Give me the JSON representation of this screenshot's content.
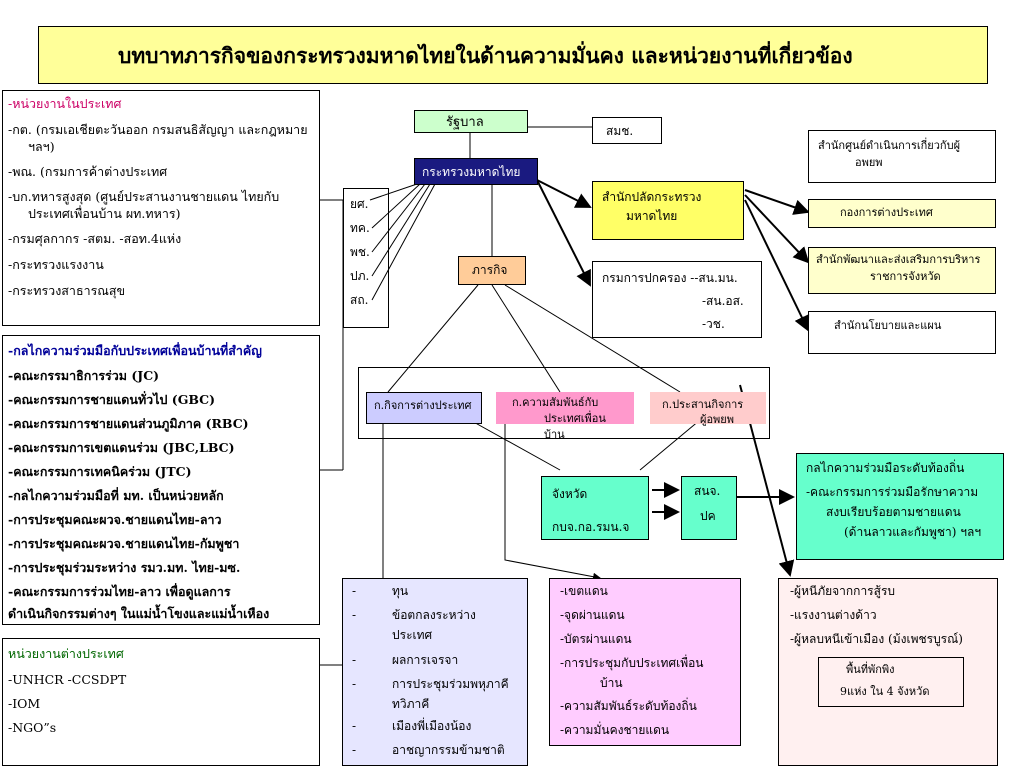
{
  "title": "บทบาทภารกิจของกระทรวงมหาดไทยในด้านความมั่นคง และหน่วยงานที่เกี่ยวข้อง",
  "colors": {
    "title_bg": "#ffff99",
    "green_box": "#ccffcc",
    "navy_box": "#1a1a80",
    "yellow_box": "#ffff66",
    "light_yellow": "#ffffcc",
    "orange_box": "#ffcc99",
    "lavender": "#ccccff",
    "pink": "#ff99cc",
    "light_pink": "#ffcccc",
    "aqua": "#66ffcc",
    "light_lavender": "#e6e6ff",
    "light_pink2": "#ffccff",
    "light_rose": "#fff0f0",
    "red_text": "#cc0066",
    "blue_text": "#000099",
    "green_text": "#006600"
  },
  "domestic": {
    "heading": "-หน่วยงานในประเทศ",
    "lines": [
      "-กต. (กรมเอเชียตะวันออก กรมสนธิสัญญา และกฎหมาย",
      "ฯลฯ)",
      "-พณ. (กรมการค้าต่างประเทศ",
      "-บก.ทหารสูงสุด (ศูนย์ประสานงานชายแดน ไทยกับ",
      "ประเทศเพื่อนบ้าน ผท.ทหาร)",
      "-กรมศุลกากร      -สตม.      -สอท.4แห่ง",
      "-กระทรวงแรงงาน",
      "-กระทรวงสาธารณสุข"
    ]
  },
  "mechanisms": {
    "heading": "-กลไกความร่วมมือกับประเทศเพื่อนบ้านที่สำคัญ",
    "lines": [
      "-คณะกรรมาธิการร่วม (JC)",
      "-คณะกรรมการชายแดนทั่วไป (GBC)",
      "-คณะกรรมการชายแดนส่วนภูมิภาค (RBC)",
      "-คณะกรรมการเขตแดนร่วม (JBC,LBC)",
      "-คณะกรรมการเทคนิคร่วม (JTC)",
      "-กลไกความร่วมมือที่ มท. เป็นหน่วยหลัก",
      "-การประชุมคณะผวจ.ชายแดนไทย-ลาว",
      "-การประชุมคณะผวจ.ชายแดนไทย-กัมพูชา",
      "-การประชุมร่วมระหว่าง รมว.มท. ไทย-มซ.",
      "-คณะกรรมการร่วมไทย-ลาว เพื่อดูแลการ",
      "ดำเนินกิจกรรมต่างๆ ในแม่น้ำโขงและแม่น้ำเหือง"
    ]
  },
  "foreign": {
    "heading": "หน่วยงานต่างประเทศ",
    "lines": [
      "-UNHCR  -CCSDPT",
      "-IOM",
      "-NGO”s"
    ]
  },
  "nodes": {
    "government": "รัฐบาล",
    "nsc": "สมช.",
    "ministry": "กระทรวงมหาดไทย",
    "agencies": [
      "ยศ.",
      "ทค.",
      "พช.",
      "ปภ.",
      "สถ."
    ],
    "mission": "ภารกิจ",
    "permsec": [
      "สำนักปลัดกระทรวง",
      "มหาดไทย"
    ],
    "dopa": [
      "กรมการปกครอง --สน.มน.",
      "-สน.อส.",
      "-วช."
    ],
    "center": [
      "สำนักศูนย์ดำเนินการเกี่ยวกับผู้",
      "อพยพ"
    ],
    "foreign_div": "กองการต่างประเทศ",
    "dev_office": [
      "สำนักพัฒนาและส่งเสริมการบริหาร",
      "ราชการจังหวัด"
    ],
    "policy_office": "สำนักนโยบายและแผน",
    "foreign_aff": "ก.กิจการต่างประเทศ",
    "relations": [
      "ก.ความสัมพันธ์กับ",
      "ประเทศเพื่อน",
      "บ้าน"
    ],
    "coordination": [
      "ก.ประสานกิจการ",
      "ผู้อพยพ"
    ],
    "province": [
      "จังหวัด",
      "กบจ.กอ.รมน.จ"
    ],
    "snj": [
      "สนจ.",
      "ปค"
    ]
  },
  "local": {
    "heading": "กลไกความร่วมมือระดับท้องถิ่น",
    "lines": [
      "-คณะกรรมการร่วมมือรักษาความ",
      "สงบเรียบร้อยตามชายแดน",
      "(ด้านลาวและกัมพูชา) ฯลฯ"
    ]
  },
  "bottom_left": {
    "items": [
      [
        "-",
        "ทุน"
      ],
      [
        "-",
        "ข้อตกลงระหว่าง"
      ],
      [
        "",
        "ประเทศ"
      ],
      [
        "-",
        "ผลการเจรจา"
      ],
      [
        "-",
        "การประชุมร่วมพหุภาคี"
      ],
      [
        "",
        "ทวิภาคี"
      ],
      [
        "-",
        "เมืองพี่เมืองน้อง"
      ],
      [
        "-",
        "อาชญากรรมข้ามชาติ"
      ]
    ]
  },
  "bottom_mid": {
    "lines": [
      "-เขตแดน",
      "-จุดผ่านแดน",
      "-บัตรผ่านแดน",
      "-การประชุมกับประเทศเพื่อน",
      "บ้าน",
      "-ความสัมพันธ์ระดับท้องถิ่น",
      "-ความมั่นคงชายแดน"
    ]
  },
  "bottom_right": {
    "lines": [
      "-ผู้หนีภัยจากการสู้รบ",
      "-แรงงานต่างด้าว",
      "-ผู้หลบหนีเข้าเมือง (ม้งเพชรบูรณ์)"
    ],
    "area": [
      "พื้นที่พักพิง",
      "9แห่ง ใน 4 จังหวัด"
    ]
  }
}
